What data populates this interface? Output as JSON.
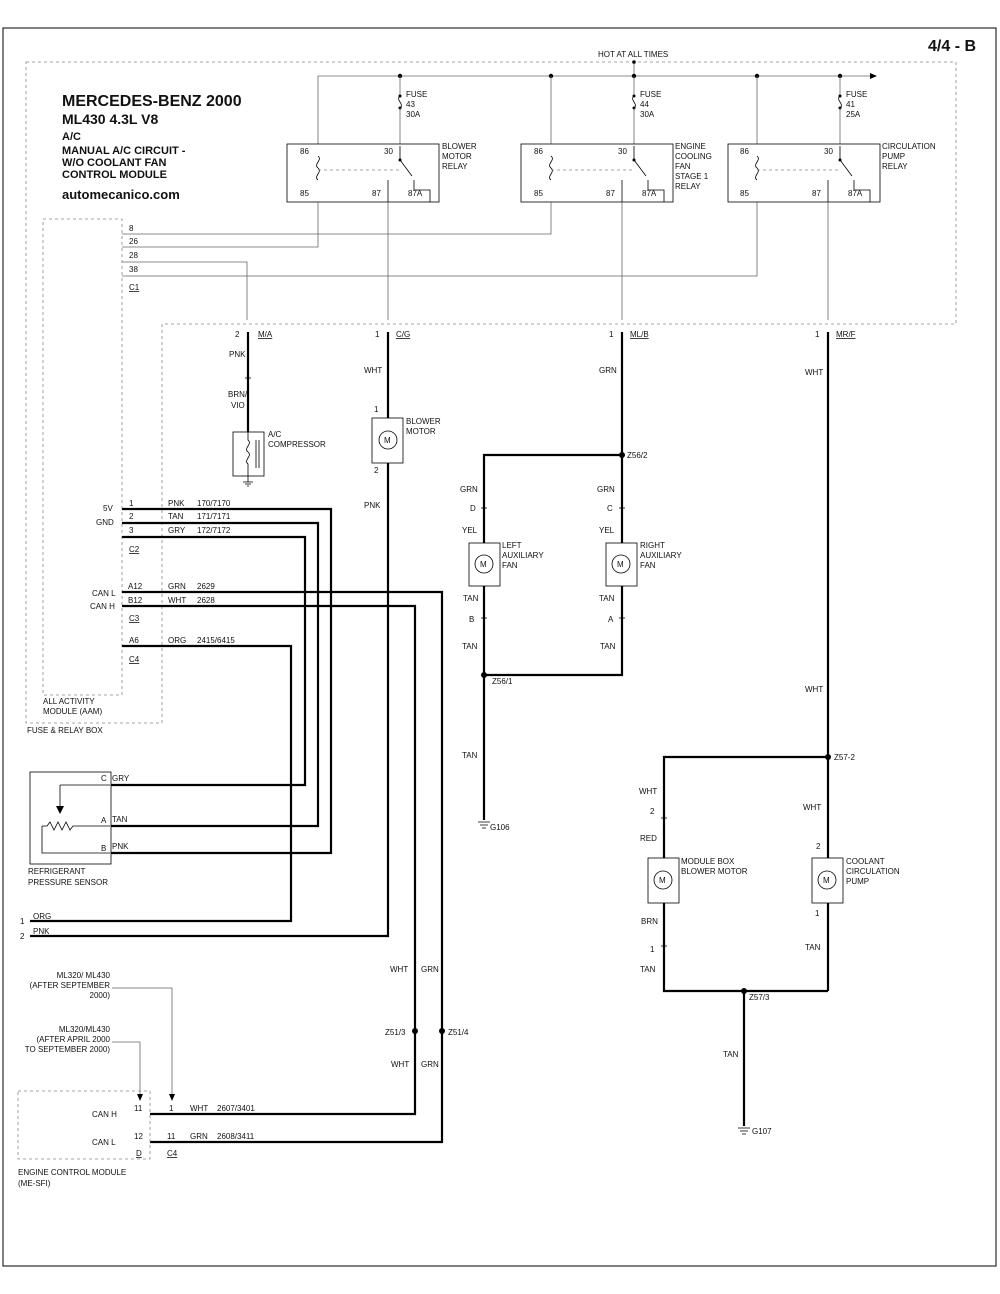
{
  "page_label": "4/4 - B",
  "title": {
    "make": "MERCEDES-BENZ 2000",
    "model": "ML430  4.3L  V8",
    "system": "A/C",
    "circuit_line1": "MANUAL A/C CIRCUIT -",
    "circuit_line2": "W/O COOLANT FAN",
    "circuit_line3": "CONTROL MODULE",
    "website": "automecanico.com"
  },
  "hot_at_all_times": "HOT AT ALL TIMES",
  "fuses": [
    {
      "w1": "FUSE",
      "w2": "43",
      "w3": "30A"
    },
    {
      "w1": "FUSE",
      "w2": "44",
      "w3": "30A"
    },
    {
      "w1": "FUSE",
      "w2": "41",
      "w3": "25A"
    }
  ],
  "relays": [
    {
      "l1": "BLOWER",
      "l2": "MOTOR",
      "l3": "RELAY",
      "l4": "",
      "l5": "",
      "p86": "86",
      "p30": "30",
      "p85": "85",
      "p87": "87",
      "p87a": "87A"
    },
    {
      "l1": "ENGINE",
      "l2": "COOLING",
      "l3": "FAN",
      "l4": "STAGE 1",
      "l5": "RELAY",
      "p86": "86",
      "p30": "30",
      "p85": "85",
      "p87": "87",
      "p87a": "87A"
    },
    {
      "l1": "CIRCULATION",
      "l2": "PUMP",
      "l3": "RELAY",
      "l4": "",
      "l5": "",
      "p86": "86",
      "p30": "30",
      "p85": "85",
      "p87": "87",
      "p87a": "87A"
    }
  ],
  "aam_c1": {
    "p8": "8",
    "p26": "26",
    "p28": "28",
    "p38": "38",
    "conn": "C1"
  },
  "aam_c2": {
    "v5": "5V",
    "gnd": "GND",
    "pin1": "1",
    "pin2": "2",
    "pin3": "3",
    "w1": "PNK",
    "w2": "TAN",
    "w3": "GRY",
    "c1": "170/7170",
    "c2": "171/7171",
    "c3": "172/7172",
    "conn": "C2"
  },
  "aam_c3": {
    "canl": "CAN L",
    "canh": "CAN H",
    "pa12": "A12",
    "pb12": "B12",
    "w1": "GRN",
    "w2": "WHT",
    "c1": "2629",
    "c2": "2628",
    "conn": "C3"
  },
  "aam_c4": {
    "pa6": "A6",
    "w": "ORG",
    "c": "2415/6415",
    "conn": "C4"
  },
  "aam_label1": "ALL ACTIVITY",
  "aam_label2": "MODULE (AAM)",
  "fuse_relay_box": "FUSE & RELAY BOX",
  "box_connectors": [
    {
      "pin": "2",
      "name": "M/A"
    },
    {
      "pin": "1",
      "name": "C/G"
    },
    {
      "pin": "1",
      "name": "ML/B"
    },
    {
      "pin": "1",
      "name": "MR/F"
    }
  ],
  "compressor": {
    "w1": "PNK",
    "w2a": "BRN/",
    "w2b": "VIO",
    "l1": "A/C",
    "l2": "COMPRESSOR"
  },
  "blower": {
    "wt": "WHT",
    "p1": "1",
    "p2": "2",
    "l1": "BLOWER",
    "l2": "MOTOR",
    "wb": "PNK",
    "m": "M"
  },
  "aux_fans": {
    "grn_top": "GRN",
    "splice_top": "Z56/2",
    "left": {
      "w_grn": "GRN",
      "c_top": "D",
      "w_yel": "YEL",
      "l1": "LEFT",
      "l2": "AUXILIARY",
      "l3": "FAN",
      "w_tan": "TAN",
      "c_bot": "B",
      "w_tan2": "TAN",
      "m": "M"
    },
    "right": {
      "w_grn": "GRN",
      "c_top": "C",
      "w_yel": "YEL",
      "l1": "RIGHT",
      "l2": "AUXILIARY",
      "l3": "FAN",
      "w_tan": "TAN",
      "c_bot": "A",
      "w_tan2": "TAN",
      "m": "M"
    },
    "splice_bot": "Z56/1",
    "w_gnd": "TAN",
    "ground": "G106"
  },
  "pump_circuit": {
    "w_top": "WHT",
    "w_mid": "WHT",
    "splice_top": "Z57-2",
    "mb_w_top": "WHT",
    "mb_p2": "2",
    "mb_red": "RED",
    "mb_l1": "MODULE BOX",
    "mb_l2": "BLOWER MOTOR",
    "mb_brn": "BRN",
    "mb_p1": "1",
    "mb_tan": "TAN",
    "cp_w_top": "WHT",
    "cp_p2": "2",
    "cp_l1": "COOLANT",
    "cp_l2": "CIRCULATION",
    "cp_l3": "PUMP",
    "cp_p1": "1",
    "cp_tan": "TAN",
    "splice_bot": "Z57/3",
    "w_gnd": "TAN",
    "ground": "G107",
    "m": "M"
  },
  "sensor": {
    "pc": "C",
    "wc": "GRY",
    "pa": "A",
    "wa": "TAN",
    "pb": "B",
    "wb": "PNK",
    "l1": "REFRIGERANT",
    "l2": "PRESSURE SENSOR"
  },
  "off_page": {
    "p1": "1",
    "w1": "ORG",
    "p2": "2",
    "w2": "PNK"
  },
  "can_bus": {
    "w_wht": "WHT",
    "w_grn": "GRN",
    "splice1": "Z51/3",
    "splice2": "Z51/4",
    "w_wht2": "WHT",
    "w_grn2": "GRN"
  },
  "ecm_notes": {
    "n1a": "ML320/ ML430",
    "n1b": "(AFTER SEPTEMBER",
    "n1c": "2000)",
    "n2a": "ML320/ML430",
    "n2b": "(AFTER APRIL 2000",
    "n2c": "TO SEPTEMBER 2000)"
  },
  "ecm": {
    "canh": "CAN H",
    "canl": "CAN L",
    "p11": "11",
    "p1": "1",
    "p12": "12",
    "p11b": "11",
    "wh": "WHT",
    "ch": "2607/3401",
    "wl": "GRN",
    "cl": "2608/3411",
    "connd": "D",
    "connc4": "C4",
    "l1": "ENGINE CONTROL MODULE",
    "l2": "(ME-SFI)"
  }
}
